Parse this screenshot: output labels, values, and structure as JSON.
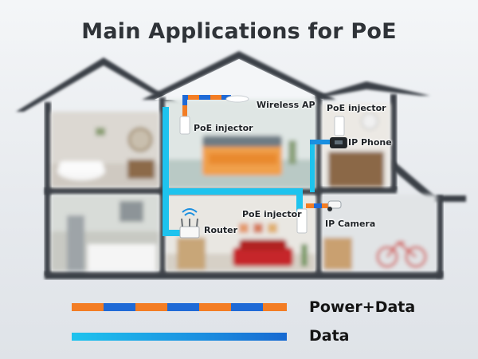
{
  "title": "Main Applications for PoE",
  "labels": {
    "wireless_ap": "Wireless AP",
    "poe_injector_top": "PoE injector",
    "poe_injector_right": "PoE injector",
    "ip_phone": "IP Phone",
    "poe_injector_mid": "PoE injector",
    "router": "Router",
    "ip_camera": "IP Camera"
  },
  "legend": {
    "power_data": "Power+Data",
    "data": "Data"
  },
  "colors": {
    "power": "#f37d24",
    "data_blue": "#1f6ad6",
    "data_cyan": "#1ec3ee",
    "house_outline": "#3a3f46"
  }
}
